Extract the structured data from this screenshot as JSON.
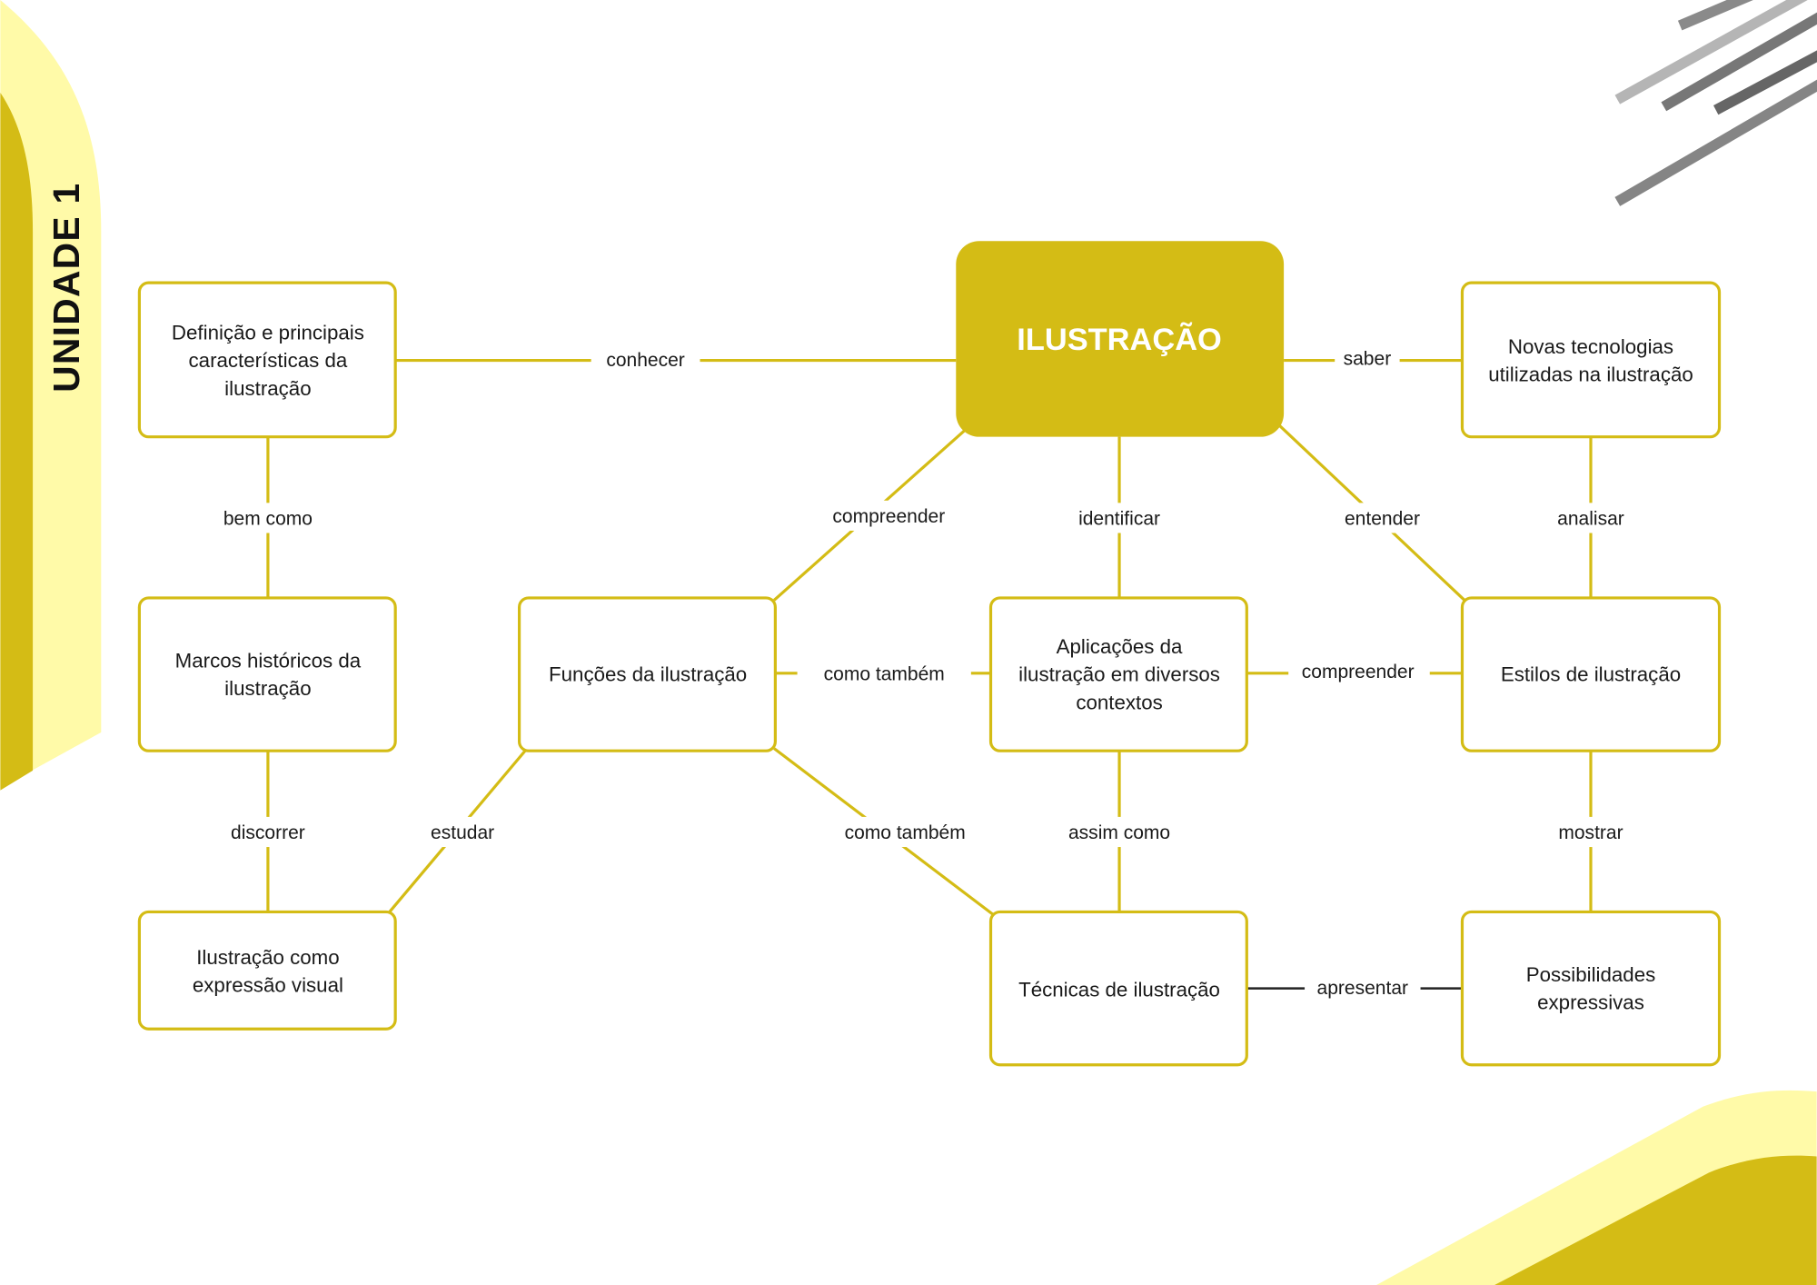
{
  "side_title": "UNIDADE 1",
  "central": "ILUSTRAÇÃO",
  "colors": {
    "accent": "#D4BC15",
    "accent_light": "#FFFAA8",
    "stripes": "#808080"
  },
  "nodes": {
    "definicao": [
      "Definição e principais",
      "características da",
      "ilustração"
    ],
    "novas": [
      "Novas tecnologias",
      "utilizadas na ilustração"
    ],
    "marcos": [
      "Marcos históricos da",
      "ilustração"
    ],
    "funcoes": [
      "Funções da ilustração"
    ],
    "aplicacoes": [
      "Aplicações da",
      "ilustração em diversos",
      "contextos"
    ],
    "estilos": [
      "Estilos de ilustração"
    ],
    "expressao": [
      "Ilustração como",
      "expressão visual"
    ],
    "tecnicas": [
      "Técnicas de ilustração"
    ],
    "possibilidades": [
      "Possibilidades",
      "expressivas"
    ]
  },
  "links": {
    "conhecer": "conhecer",
    "saber": "saber",
    "bem_como": "bem como",
    "compreender1": "compreender",
    "identificar": "identificar",
    "entender": "entender",
    "analisar": "analisar",
    "como_tambem1": "como também",
    "compreender2": "compreender",
    "discorrer": "discorrer",
    "estudar": "estudar",
    "como_tambem2": "como também",
    "assim_como": "assim como",
    "mostrar": "mostrar",
    "apresentar": "apresentar"
  }
}
